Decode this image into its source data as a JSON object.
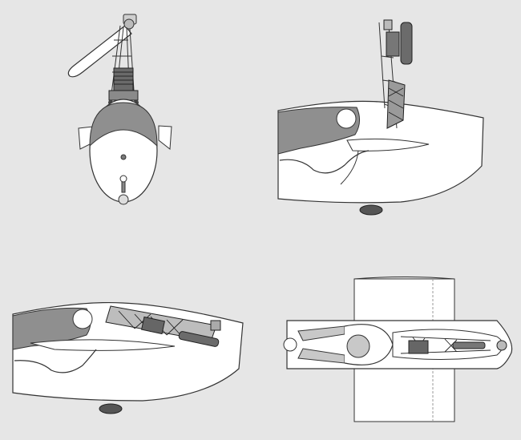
{
  "colors": {
    "background": "#e6e6e6",
    "outline": "#333333",
    "body_fill": "#ffffff",
    "canopy_shade": "#8f8f8f",
    "dark_part": "#5a5a5a",
    "light_gray": "#c8c8c8"
  },
  "views": [
    {
      "name": "front-view-engine-extended"
    },
    {
      "name": "side-view-engine-extended"
    },
    {
      "name": "side-view-engine-stowed"
    },
    {
      "name": "top-view-engine-stowed"
    }
  ]
}
